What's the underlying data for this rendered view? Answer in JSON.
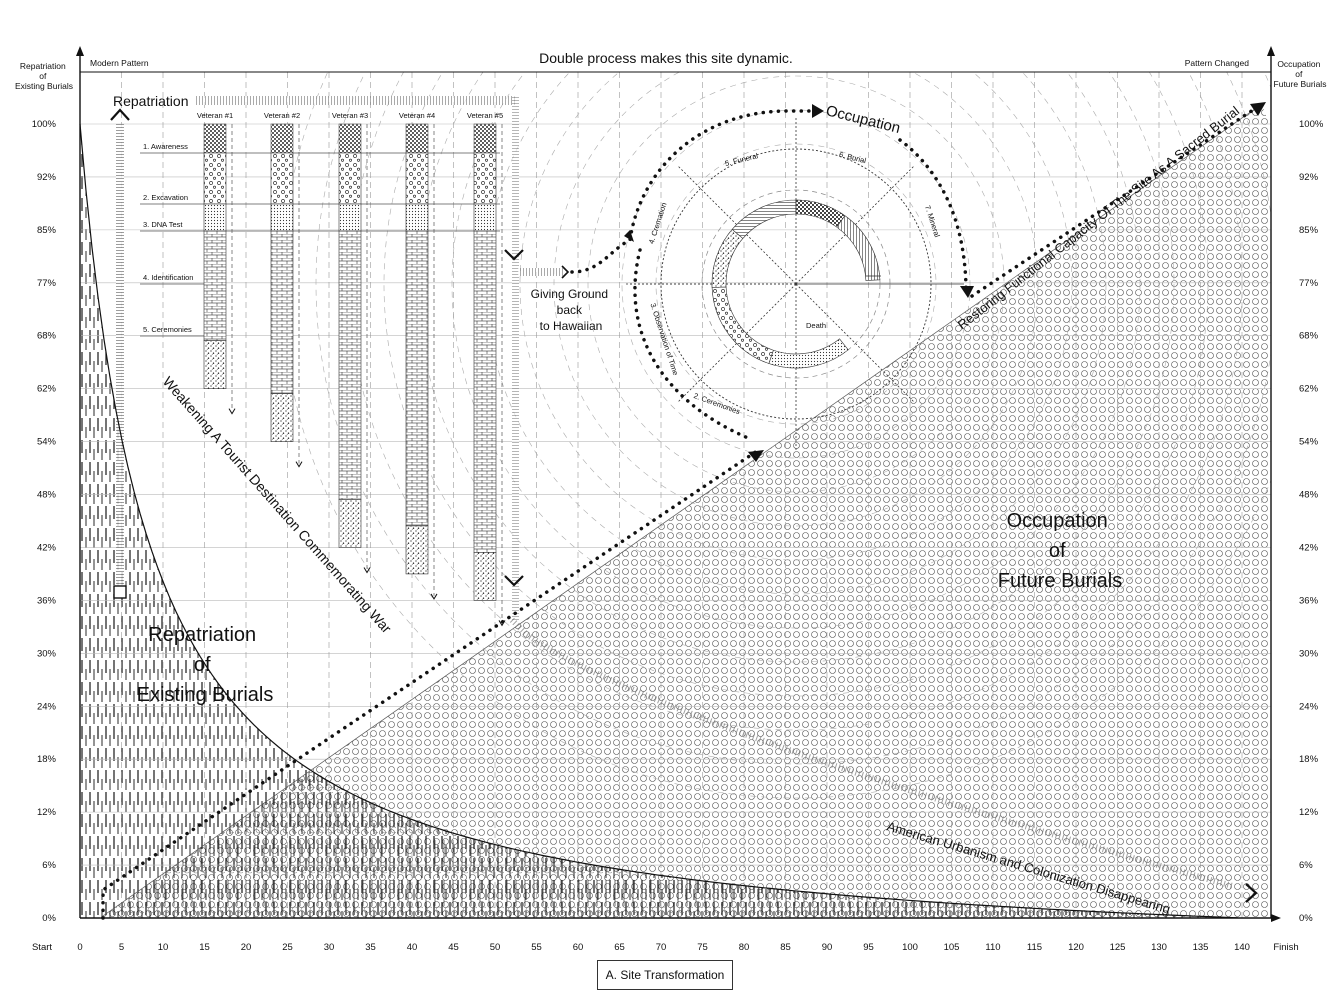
{
  "title": "Double process makes this site dynamic.",
  "caption": "A. Site Transformation",
  "left_axis": {
    "title_lines": [
      "Repatriation",
      "of",
      "Existing Burials"
    ],
    "top_note": "Modern Pattern"
  },
  "right_axis": {
    "title_lines": [
      "Occupation",
      "of",
      "Future Burials"
    ],
    "top_note": "Pattern Changed"
  },
  "x_axis": {
    "start_label": "Start",
    "finish_label": "Finish",
    "ticks": [
      "0",
      "5",
      "10",
      "15",
      "20",
      "25",
      "30",
      "35",
      "40",
      "45",
      "50",
      "55",
      "60",
      "65",
      "70",
      "75",
      "80",
      "85",
      "90",
      "95",
      "100",
      "105",
      "110",
      "115",
      "120",
      "125",
      "130",
      "135",
      "140"
    ]
  },
  "y_axis": {
    "ticks": [
      "100%",
      "92%",
      "85%",
      "77%",
      "68%",
      "62%",
      "54%",
      "48%",
      "42%",
      "36%",
      "30%",
      "24%",
      "18%",
      "12%",
      "6%",
      "0%"
    ]
  },
  "repatriation": {
    "header": "Repatriation",
    "steps": [
      "1. Awareness",
      "2. Excavation",
      "3. DNA Test",
      "4. Identification",
      "5. Ceremonies"
    ],
    "veterans": [
      {
        "label": "Veteran #1",
        "end_percent": 62
      },
      {
        "label": "Veteran #2",
        "end_percent": 54
      },
      {
        "label": "Veteran #3",
        "end_percent": 42
      },
      {
        "label": "Veteran #4",
        "end_percent": 39
      },
      {
        "label": "Veteran #5",
        "end_percent": 36
      }
    ]
  },
  "giving_ground_lines": [
    "Giving Ground",
    "back",
    "to Hawaiian"
  ],
  "cycle": {
    "title": "Occupation",
    "stages": [
      "1. Death",
      "2. Ceremonies",
      "3. Observation of Time",
      "4. Cremation",
      "5. Funeral",
      "6. Burial",
      "7. Mineral"
    ]
  },
  "region_labels": {
    "left": [
      "Repatriation",
      "of",
      "Existing Burials"
    ],
    "right": [
      "Occupation",
      "of",
      "Future Burials"
    ]
  },
  "curve_labels": {
    "weakening": "Weakening A Tourist Destination Commemorating War",
    "american": "American Urbanism and Colonization Disappearing",
    "restoring": "Restoring Functional Capacity Of The Site As A Sacred Burial"
  }
}
